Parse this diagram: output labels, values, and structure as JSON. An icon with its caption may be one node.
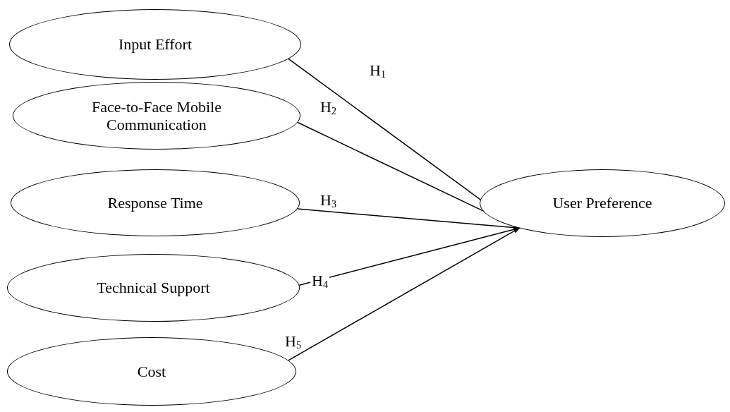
{
  "diagram": {
    "nodes": [
      {
        "text": [
          "Input Effort"
        ]
      },
      {
        "text": [
          "Face-to-Face Mobile Communication"
        ]
      },
      {
        "text": [
          "Response Time"
        ]
      },
      {
        "text": [
          "Technical Support"
        ]
      },
      {
        "text": [
          "Cost"
        ]
      },
      {
        "text": [
          "User Preference"
        ]
      }
    ],
    "edges": [
      {
        "from": 0,
        "to": 5,
        "arrow": "to",
        "label": "H$_{1}$"
      },
      {
        "from": 1,
        "to": 5,
        "arrow": "to",
        "label": "H$_{2}$"
      },
      {
        "from": 2,
        "to": 5,
        "arrow": "to",
        "label": "H$_{3}$"
      },
      {
        "from": 3,
        "to": 5,
        "arrow": "to",
        "label": "H$_{4}$"
      },
      {
        "from": 4,
        "to": 5,
        "arrow": "to",
        "label": "H$_{5}$"
      }
    ]
  }
}
